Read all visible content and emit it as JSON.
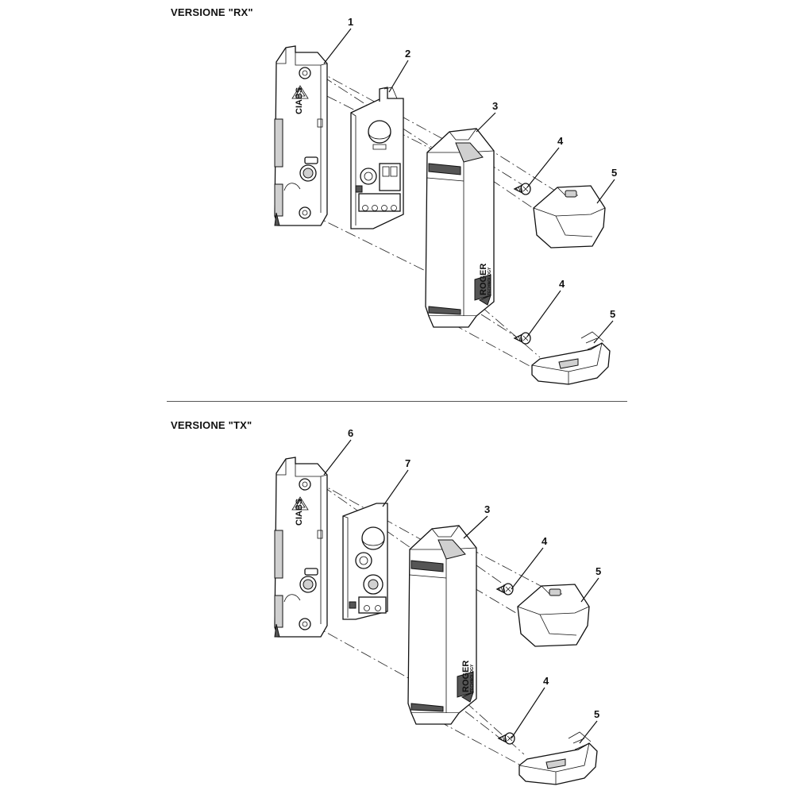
{
  "sections": [
    {
      "title": "VERSIONE \"RX\"",
      "labels": [
        "1",
        "2",
        "3",
        "4",
        "5",
        "4",
        "5"
      ]
    },
    {
      "title": "VERSIONE \"TX\"",
      "labels": [
        "6",
        "7",
        "3",
        "4",
        "5",
        "4",
        "5"
      ]
    }
  ],
  "base_marking": "CIABS",
  "brand": [
    "ROGER",
    "TECHNOLOGY"
  ]
}
